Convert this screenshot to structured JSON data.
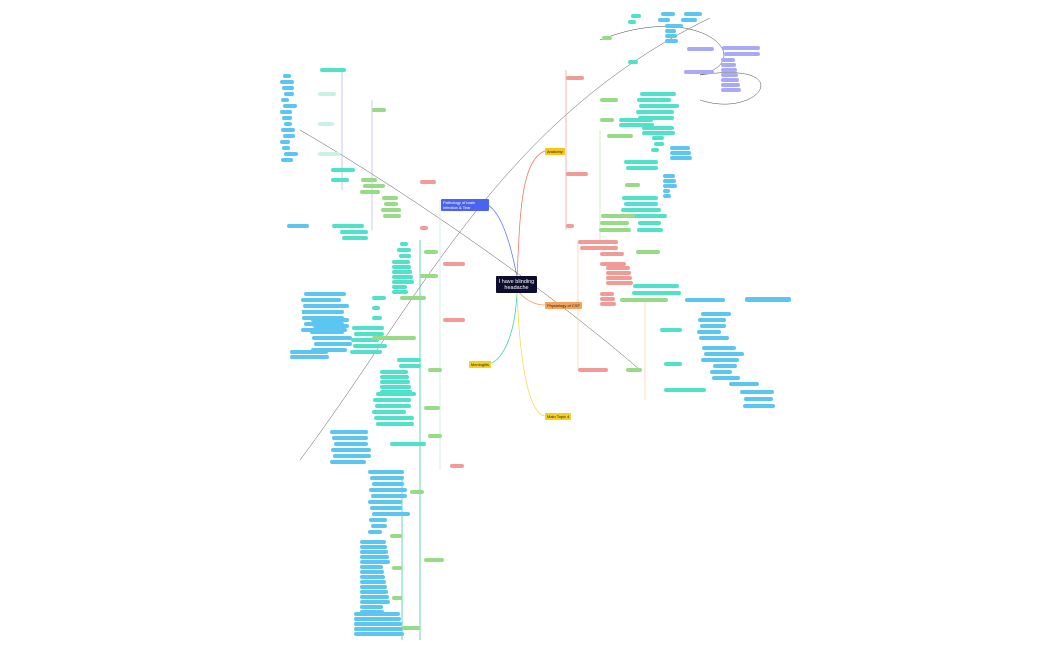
{
  "central_topic": "I have blinding headache",
  "main_topics": [
    {
      "id": "anatomy",
      "label": "Anatomy",
      "color": "#f5c518"
    },
    {
      "id": "pathology",
      "label": "Pathology of brain infection & Tear",
      "color": "#4a63f0"
    },
    {
      "id": "physiology",
      "label": "Physiology of CSF",
      "color": "#f3a35a"
    },
    {
      "id": "meningitis",
      "label": "Meningitis",
      "color": "#f5d020"
    },
    {
      "id": "topic4",
      "label": "Main Topic 4",
      "color": "#f5d020"
    }
  ],
  "node_colors": {
    "teal": "#4ee3c9",
    "green": "#98db86",
    "pink": "#f29a96",
    "blue": "#5cc6f2",
    "purple": "#a9a9fa",
    "peach": "#fde3cc",
    "lightgreen": "#c9f1e4"
  }
}
